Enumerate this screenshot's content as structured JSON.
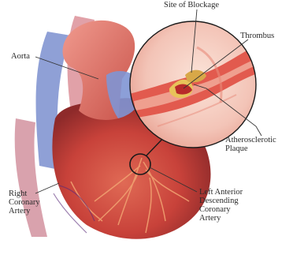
{
  "labels": {
    "site_of_blockage": "Site of Blockage",
    "aorta": "Aorta",
    "thrombus": "Thrombus",
    "plaque": [
      "Atherosclerotic",
      "Plaque"
    ],
    "right_coronary": [
      "Right",
      "Coronary",
      "Artery"
    ],
    "lad": [
      "Left Anterior",
      "Descending",
      "Coronary",
      "Artery"
    ]
  },
  "colors": {
    "myocardium": "#c8423a",
    "aorta": "#e07870",
    "vessel_blue": "#6f86c9",
    "zoom_bg": "#f3c4b7",
    "artery_wall": "#e25a4e",
    "plaque": "#e8c35a",
    "label_text": "#2a2a2a",
    "leader_line": "#333333"
  }
}
